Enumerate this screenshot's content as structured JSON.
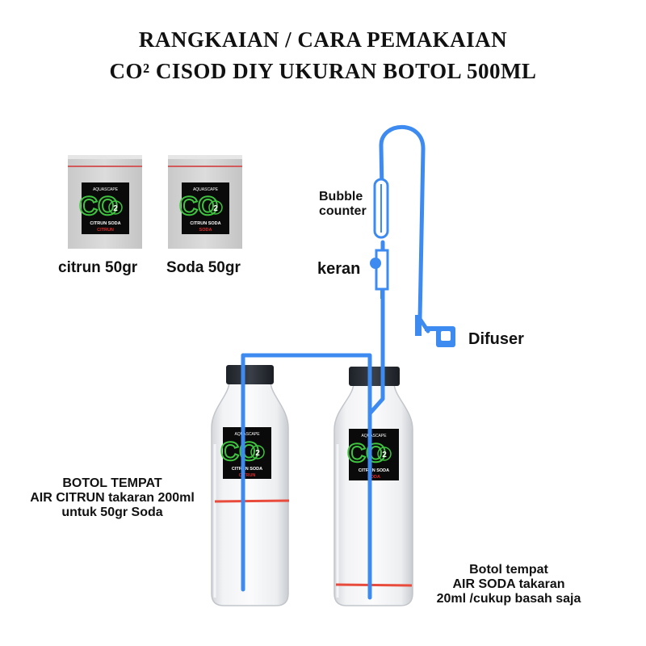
{
  "title": {
    "line1": "RANGKAIAN / CARA PEMAKAIAN",
    "line2": "CO² CISOD DIY UKURAN BOTOL 500ML"
  },
  "packets": [
    {
      "caption": "citrun 50gr",
      "label_brand": "AQUASCAPE",
      "label_name": "CITRUN SODA",
      "label_variant": "CITRUN"
    },
    {
      "caption": "Soda 50gr",
      "label_brand": "AQUASCAPE",
      "label_name": "CITRUN SODA",
      "label_variant": "SODA"
    }
  ],
  "bottles": [
    {
      "label_brand": "AQUASCAPE",
      "label_name": "CITRUN SODA",
      "label_variant": "CITRUN"
    },
    {
      "label_brand": "AQUASCAPE",
      "label_name": "CITRUN SODA",
      "label_variant": "SODA"
    }
  ],
  "co2_mark": "CO",
  "co2_sub": "2",
  "annotations": {
    "bubble_counter_1": "Bubble",
    "bubble_counter_2": "counter",
    "keran": "keran",
    "difuser": "Difuser",
    "left_note_1": "BOTOL TEMPAT",
    "left_note_2": "AIR CITRUN takaran 200ml",
    "left_note_3": "untuk 50gr Soda",
    "right_note_1": "Botol tempat",
    "right_note_2": "AIR SODA takaran",
    "right_note_3": "20ml /cukup basah saja"
  },
  "colors": {
    "tube": "#3d8bf0",
    "level_line": "#e84b3c",
    "label_bg": "#0a0a0a",
    "label_green": "#3fc43f",
    "label_red": "#e02a2a",
    "cap": "#2b3038"
  }
}
